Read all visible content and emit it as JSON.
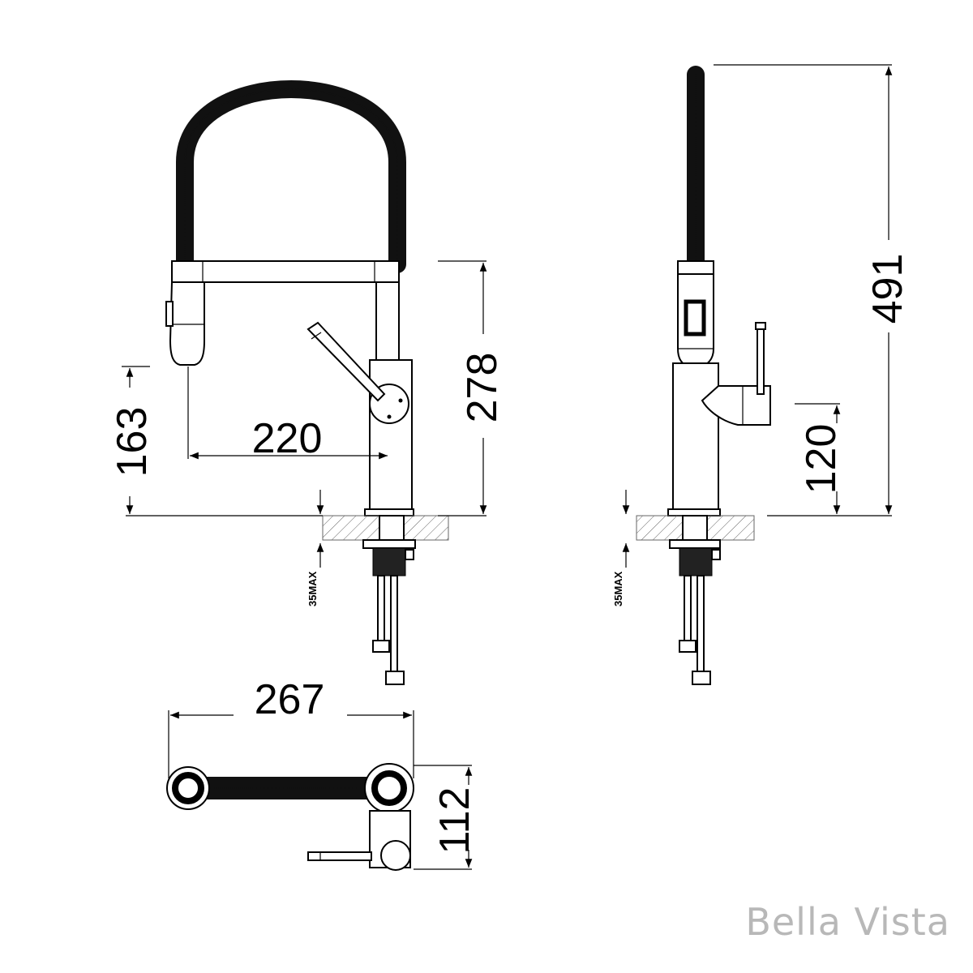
{
  "dimensions": {
    "spout_height": "163",
    "reach": "220",
    "body_height": "278",
    "total_height": "491",
    "lever_height": "120",
    "plan_width": "267",
    "plan_depth": "112",
    "max_bench_thickness": "35MAX"
  },
  "brand": {
    "name": "Bella Vista"
  }
}
